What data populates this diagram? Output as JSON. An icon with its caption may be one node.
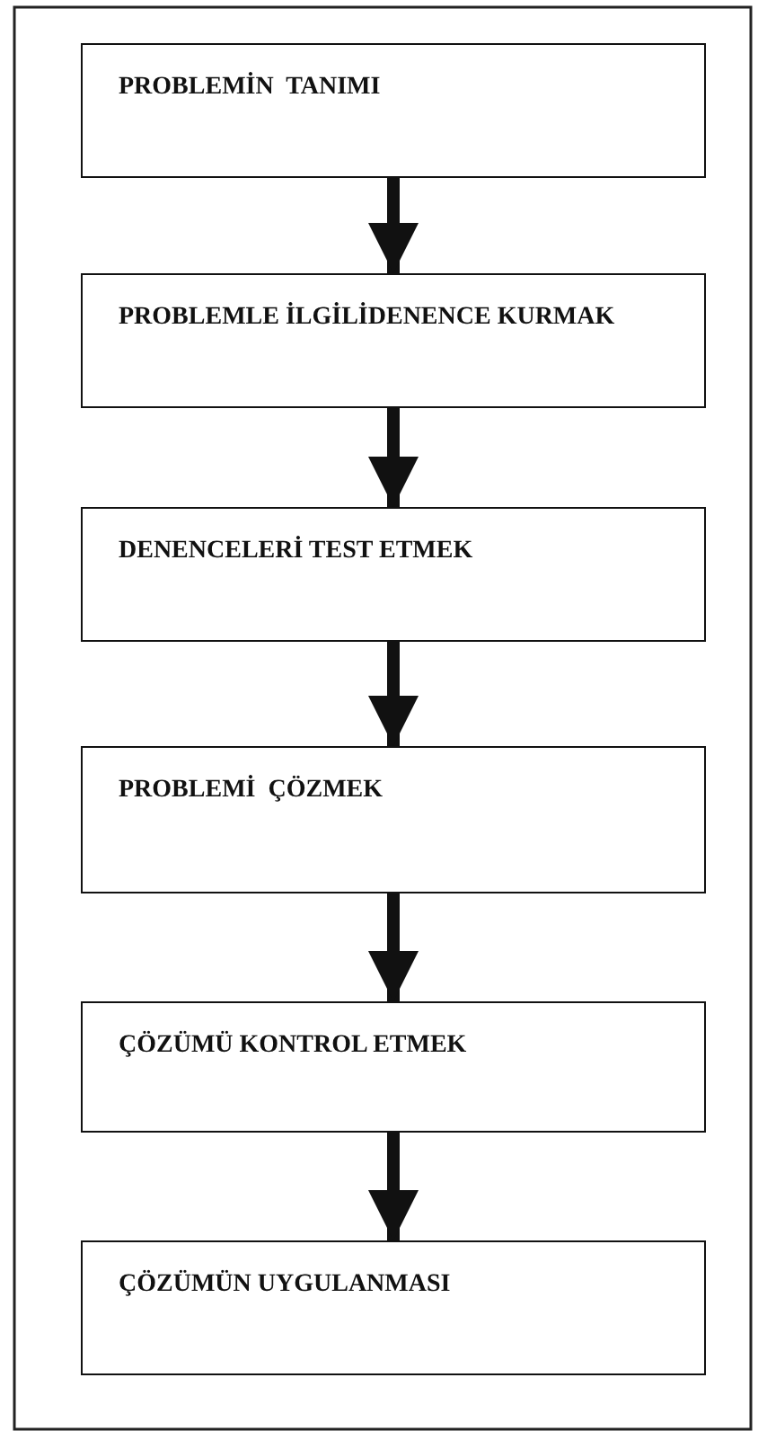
{
  "diagram": {
    "nodes": [
      {
        "text": [
          "PROBLEMİN  TANIMI"
        ]
      },
      {
        "text": [
          "PROBLEMLE İLGİLİDENENCE KURMAK"
        ]
      },
      {
        "text": [
          "DENENCELERİ TEST ETMEK"
        ]
      },
      {
        "text": [
          "PROBLEMİ  ÇÖZMEK"
        ]
      },
      {
        "text": [
          "ÇÖZÜMÜ KONTROL ETMEK"
        ]
      },
      {
        "text": [
          "ÇÖZÜMÜN UYGULANMASI"
        ]
      }
    ],
    "edges": [
      {
        "from": 0,
        "to": 1,
        "arrow": "to"
      },
      {
        "from": 1,
        "to": 2,
        "arrow": "to"
      },
      {
        "from": 2,
        "to": 3,
        "arrow": "to"
      },
      {
        "from": 3,
        "to": 4,
        "arrow": "to"
      },
      {
        "from": 4,
        "to": 5,
        "arrow": "to"
      }
    ]
  }
}
